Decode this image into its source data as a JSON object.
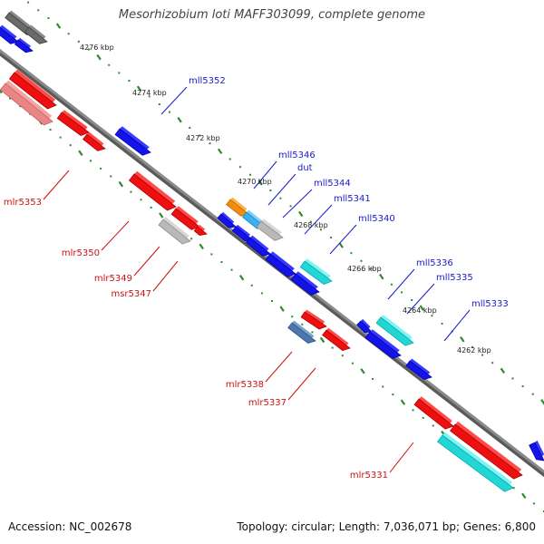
{
  "title": "Mesorhizobium loti MAFF303099, complete genome",
  "footer": {
    "accession": "Accession: NC_002678",
    "stats": "Topology: circular; Length: 7,036,071 bp; Genes: 6,800"
  },
  "colors": {
    "backbone": "#8a8a8a",
    "tick": "#2f8a2f",
    "forward_label": "#1a1acc",
    "reverse_label": "#cc1111"
  },
  "scale_labels": [
    "4276 kbp",
    "4274 kbp",
    "4272 kbp",
    "4270 kbp",
    "4268 kbp",
    "4266 kbp",
    "4264 kbp",
    "4262 kbp"
  ],
  "gene_labels": {
    "forward": [
      "mll5352",
      "mll5346",
      "dut",
      "mll5344",
      "mll5341",
      "mll5340",
      "mll5336",
      "mll5335",
      "mll5333"
    ],
    "reverse": [
      "mlr5353",
      "mlr5350",
      "mlr5349",
      "msr5347",
      "mlr5338",
      "mlr5337",
      "mlr5331"
    ]
  },
  "feature_colors": [
    "blue",
    "red",
    "light-red",
    "gray",
    "dark-gray",
    "cyan",
    "light-blue",
    "orange",
    "steel-blue"
  ]
}
